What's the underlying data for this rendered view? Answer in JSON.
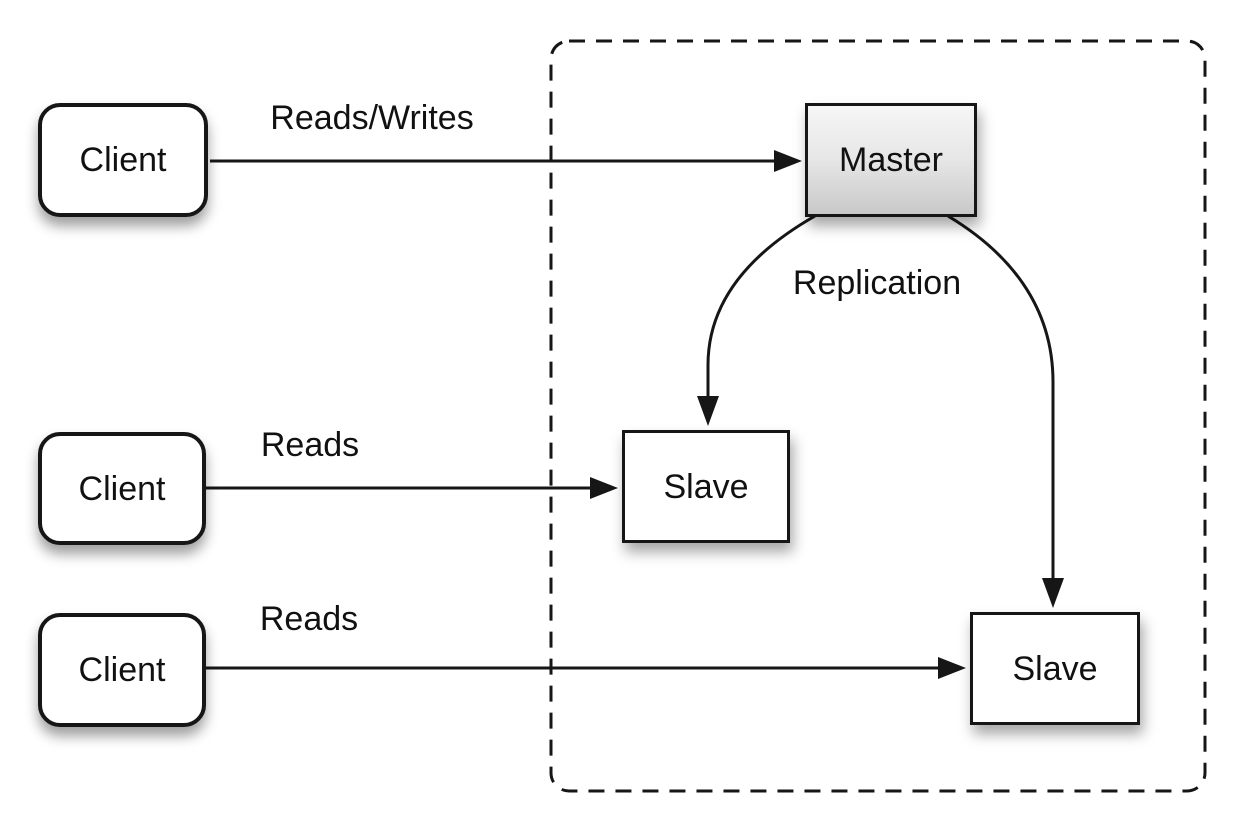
{
  "diagram": {
    "type": "architecture-diagram",
    "cluster": {
      "name": "replication-cluster",
      "members": [
        "master",
        "slave1",
        "slave2"
      ]
    },
    "nodes": {
      "client1": {
        "label": "Client",
        "shape": "rounded-rect"
      },
      "client2": {
        "label": "Client",
        "shape": "rounded-rect"
      },
      "client3": {
        "label": "Client",
        "shape": "rounded-rect"
      },
      "master": {
        "label": "Master",
        "shape": "rect",
        "fill": "gray-gradient"
      },
      "slave1": {
        "label": "Slave",
        "shape": "rect",
        "fill": "white"
      },
      "slave2": {
        "label": "Slave",
        "shape": "rect",
        "fill": "white"
      }
    },
    "edges": {
      "client1_to_master": {
        "from": "client1",
        "to": "master",
        "label": "Reads/Writes",
        "style": "straight-arrow"
      },
      "client2_to_slave1": {
        "from": "client2",
        "to": "slave1",
        "label": "Reads",
        "style": "straight-arrow"
      },
      "client3_to_slave2": {
        "from": "client3",
        "to": "slave2",
        "label": "Reads",
        "style": "straight-arrow"
      },
      "master_to_slave1": {
        "from": "master",
        "to": "slave1",
        "label": "",
        "style": "curved-arrow"
      },
      "master_to_slave2": {
        "from": "master",
        "to": "slave2",
        "label": "",
        "style": "curved-arrow"
      },
      "replication_label": "Replication"
    },
    "colors": {
      "stroke": "#161616",
      "text": "#111111",
      "node_fill": "#ffffff",
      "master_gradient_top": "#f6f6f6",
      "master_gradient_bottom": "#c9c9c9",
      "background": "#ffffff"
    }
  }
}
